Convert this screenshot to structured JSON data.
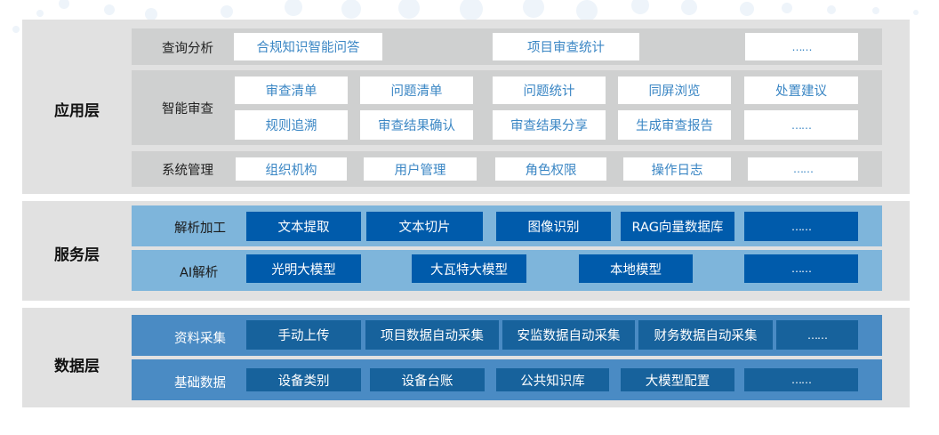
{
  "diagram": {
    "type": "layered-architecture",
    "colors": {
      "layer_bg": "#e1e1e1",
      "app_row_bg": "#cfd0d0",
      "app_box_bg": "#ffffff",
      "app_box_text": "#3a86c4",
      "service_row_bg": "#7eb5db",
      "service_box_bg": "#005bab",
      "data_row_bg": "#4a8bc4",
      "data_box_bg": "#17629c"
    },
    "layers": [
      {
        "title": "应用层",
        "rows": [
          {
            "label": "查询分析",
            "items": [
              "合规知识智能问答",
              "项目审查统计",
              "……"
            ]
          },
          {
            "label": "智能审查",
            "items": [
              "审查清单",
              "问题清单",
              "问题统计",
              "同屏浏览",
              "处置建议",
              "规则追溯",
              "审查结果确认",
              "审查结果分享",
              "生成审查报告",
              "……"
            ]
          },
          {
            "label": "系统管理",
            "items": [
              "组织机构",
              "用户管理",
              "角色权限",
              "操作日志",
              "……"
            ]
          }
        ]
      },
      {
        "title": "服务层",
        "rows": [
          {
            "label": "解析加工",
            "items": [
              "文本提取",
              "文本切片",
              "图像识别",
              "RAG向量数据库",
              "……"
            ]
          },
          {
            "label": "AI解析",
            "items": [
              "光明大模型",
              "大瓦特大模型",
              "本地模型",
              "……"
            ]
          }
        ]
      },
      {
        "title": "数据层",
        "rows": [
          {
            "label": "资料采集",
            "items": [
              "手动上传",
              "项目数据自动采集",
              "安监数据自动采集",
              "财务数据自动采集",
              "……"
            ]
          },
          {
            "label": "基础数据",
            "items": [
              "设备类别",
              "设备台账",
              "公共知识库",
              "大模型配置",
              "……"
            ]
          }
        ]
      }
    ]
  }
}
